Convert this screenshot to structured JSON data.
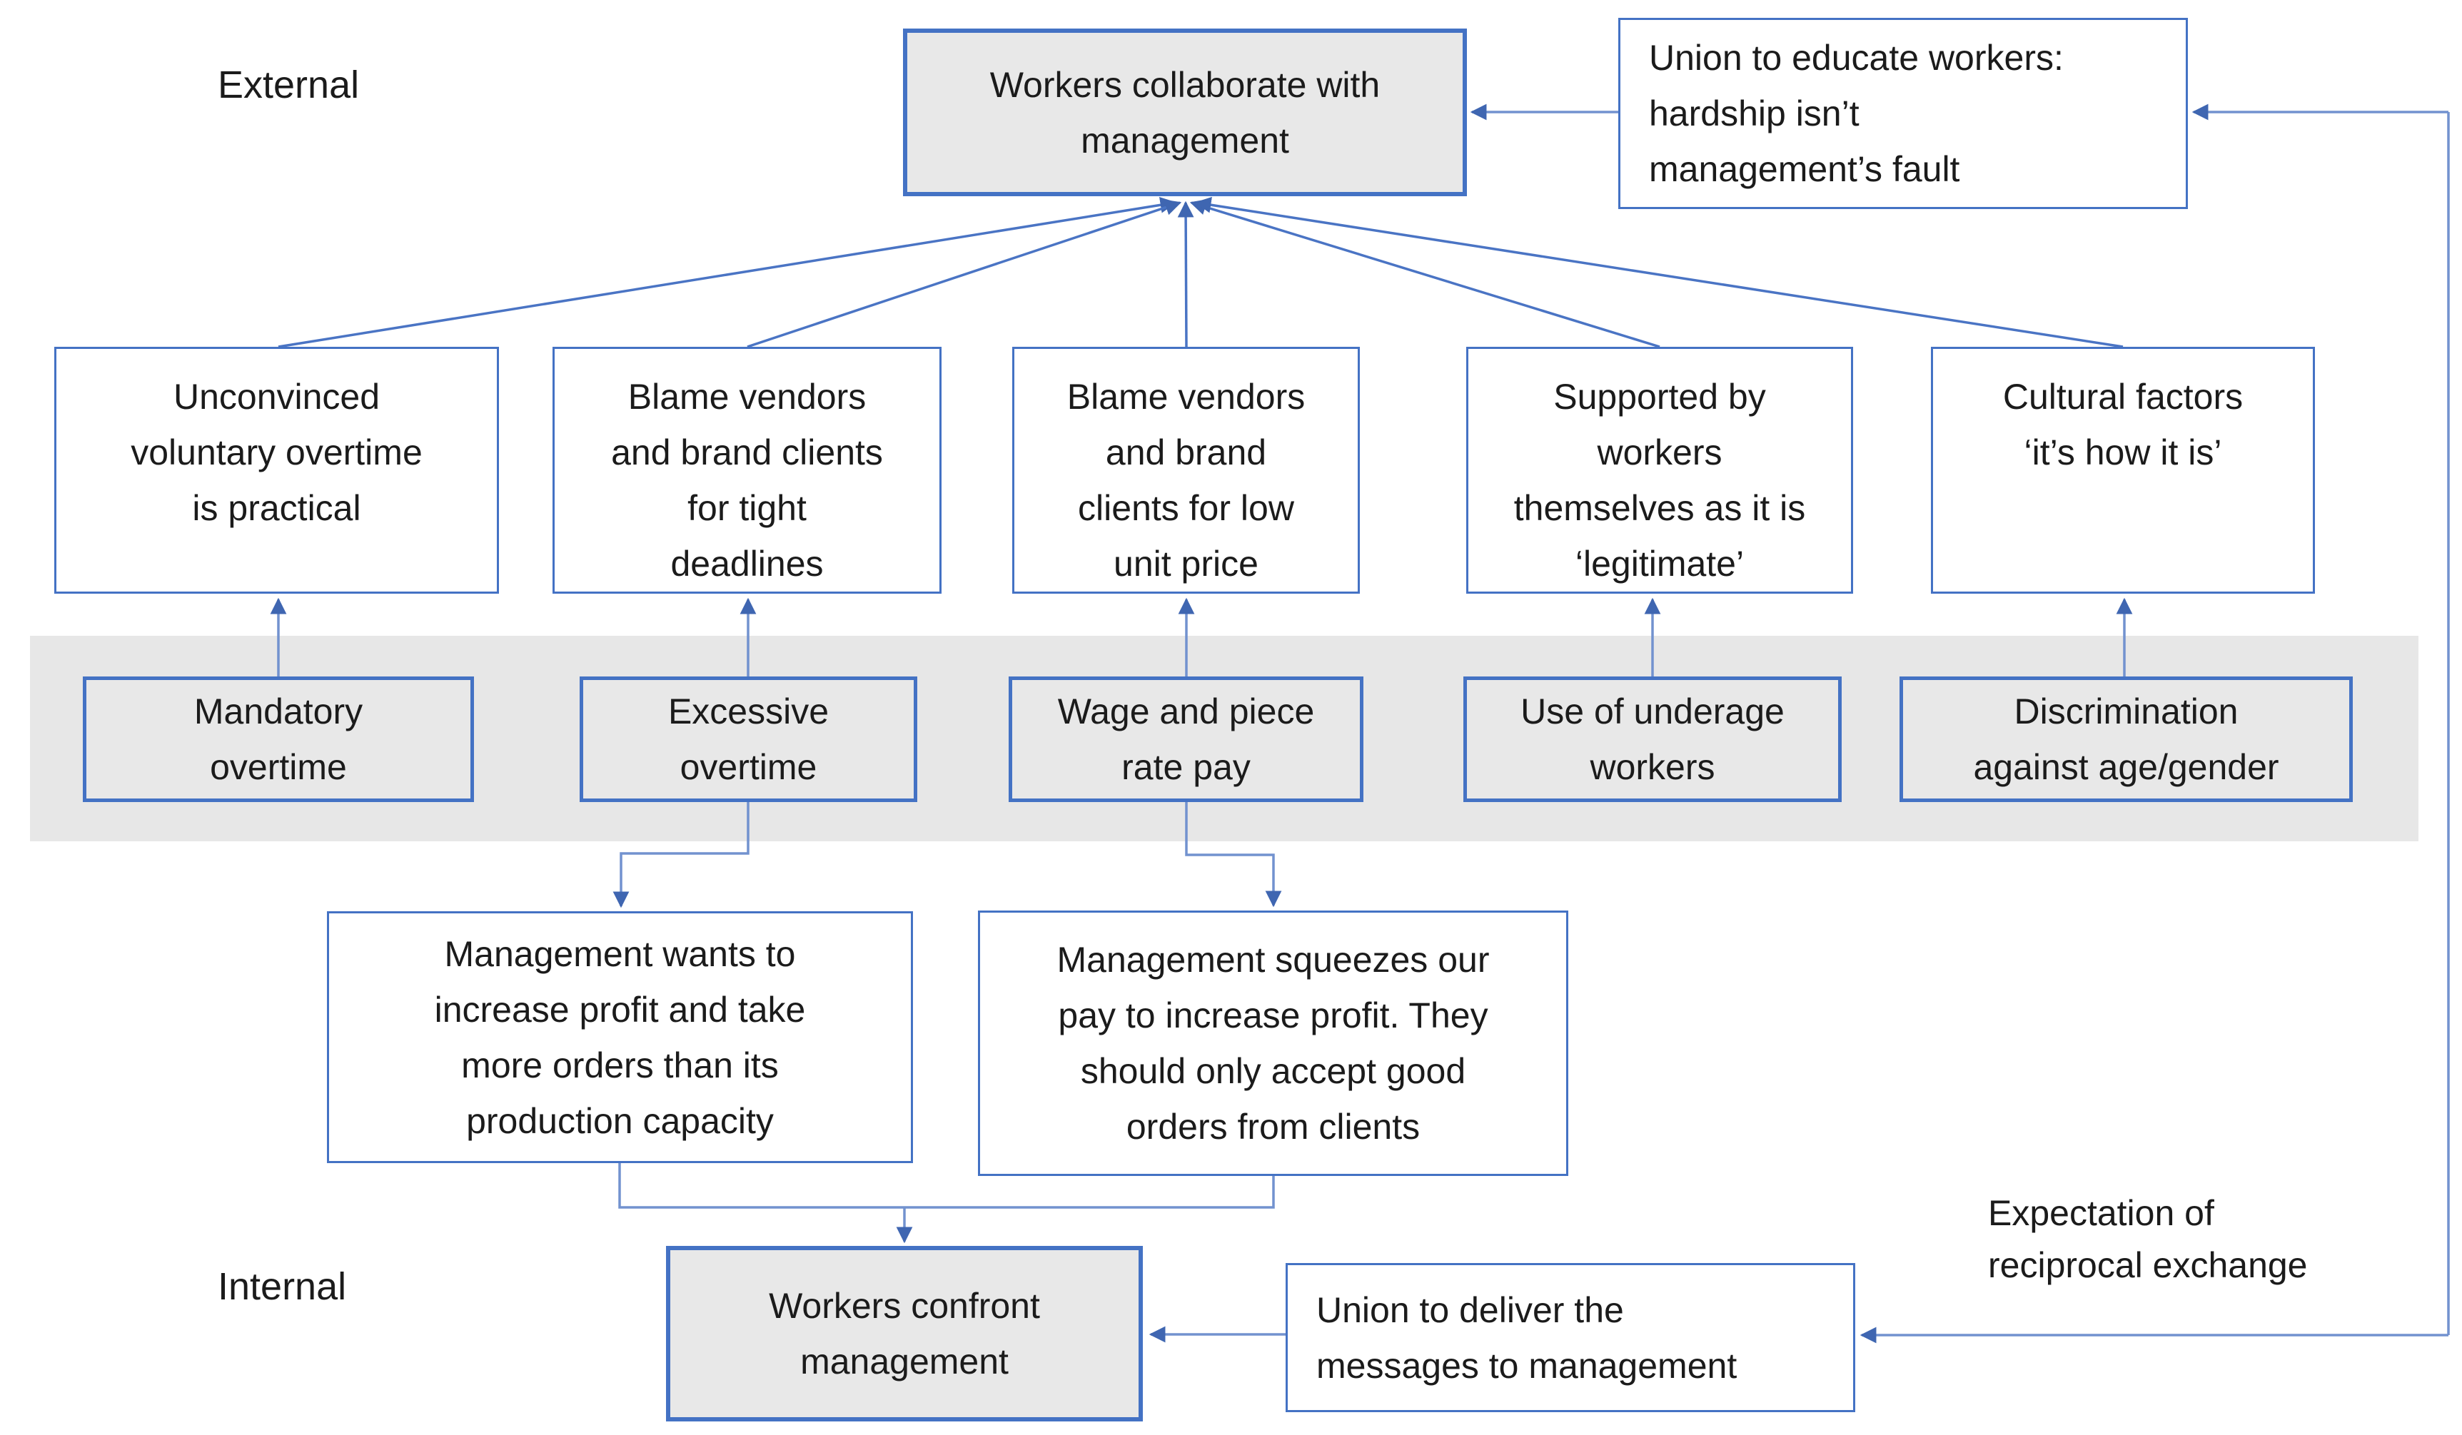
{
  "diagram": {
    "labels": {
      "external": "External",
      "internal": "Internal",
      "expectation": "Expectation of\nreciprocal exchange"
    },
    "nodes": {
      "collaborate": "Workers collaborate with\nmanagement",
      "educate": "Union to educate workers:\nhardship isn’t\nmanagement’s fault",
      "unconvinced": "Unconvinced\nvoluntary overtime\nis practical",
      "blame_deadlines": "Blame vendors\nand brand clients\nfor tight\ndeadlines",
      "blame_price": "Blame vendors\nand brand\nclients for low\nunit price",
      "supported": "Supported by\nworkers\nthemselves as it is\n‘legitimate’",
      "cultural": "Cultural factors\n‘it’s how it is’",
      "mandatory": "Mandatory\novertime",
      "excessive": "Excessive\novertime",
      "wage": "Wage and piece\nrate pay",
      "underage": "Use of underage\nworkers",
      "discrimination": "Discrimination\nagainst age/gender",
      "mgmt_orders": "Management wants to\nincrease profit and take\nmore orders than its\nproduction capacity",
      "mgmt_squeeze": "Management squeezes our\npay to increase profit. They\nshould only accept good\norders from clients",
      "confront": "Workers confront\nmanagement",
      "deliver": "Union to deliver the\nmessages to management"
    },
    "colors": {
      "border": "#4472c4",
      "line": "#7292cf",
      "fanline": "#4a74c4",
      "arrow": "#3f66b1",
      "gray_fill": "#e8e8e8",
      "band_fill": "#e7e7e7"
    }
  }
}
